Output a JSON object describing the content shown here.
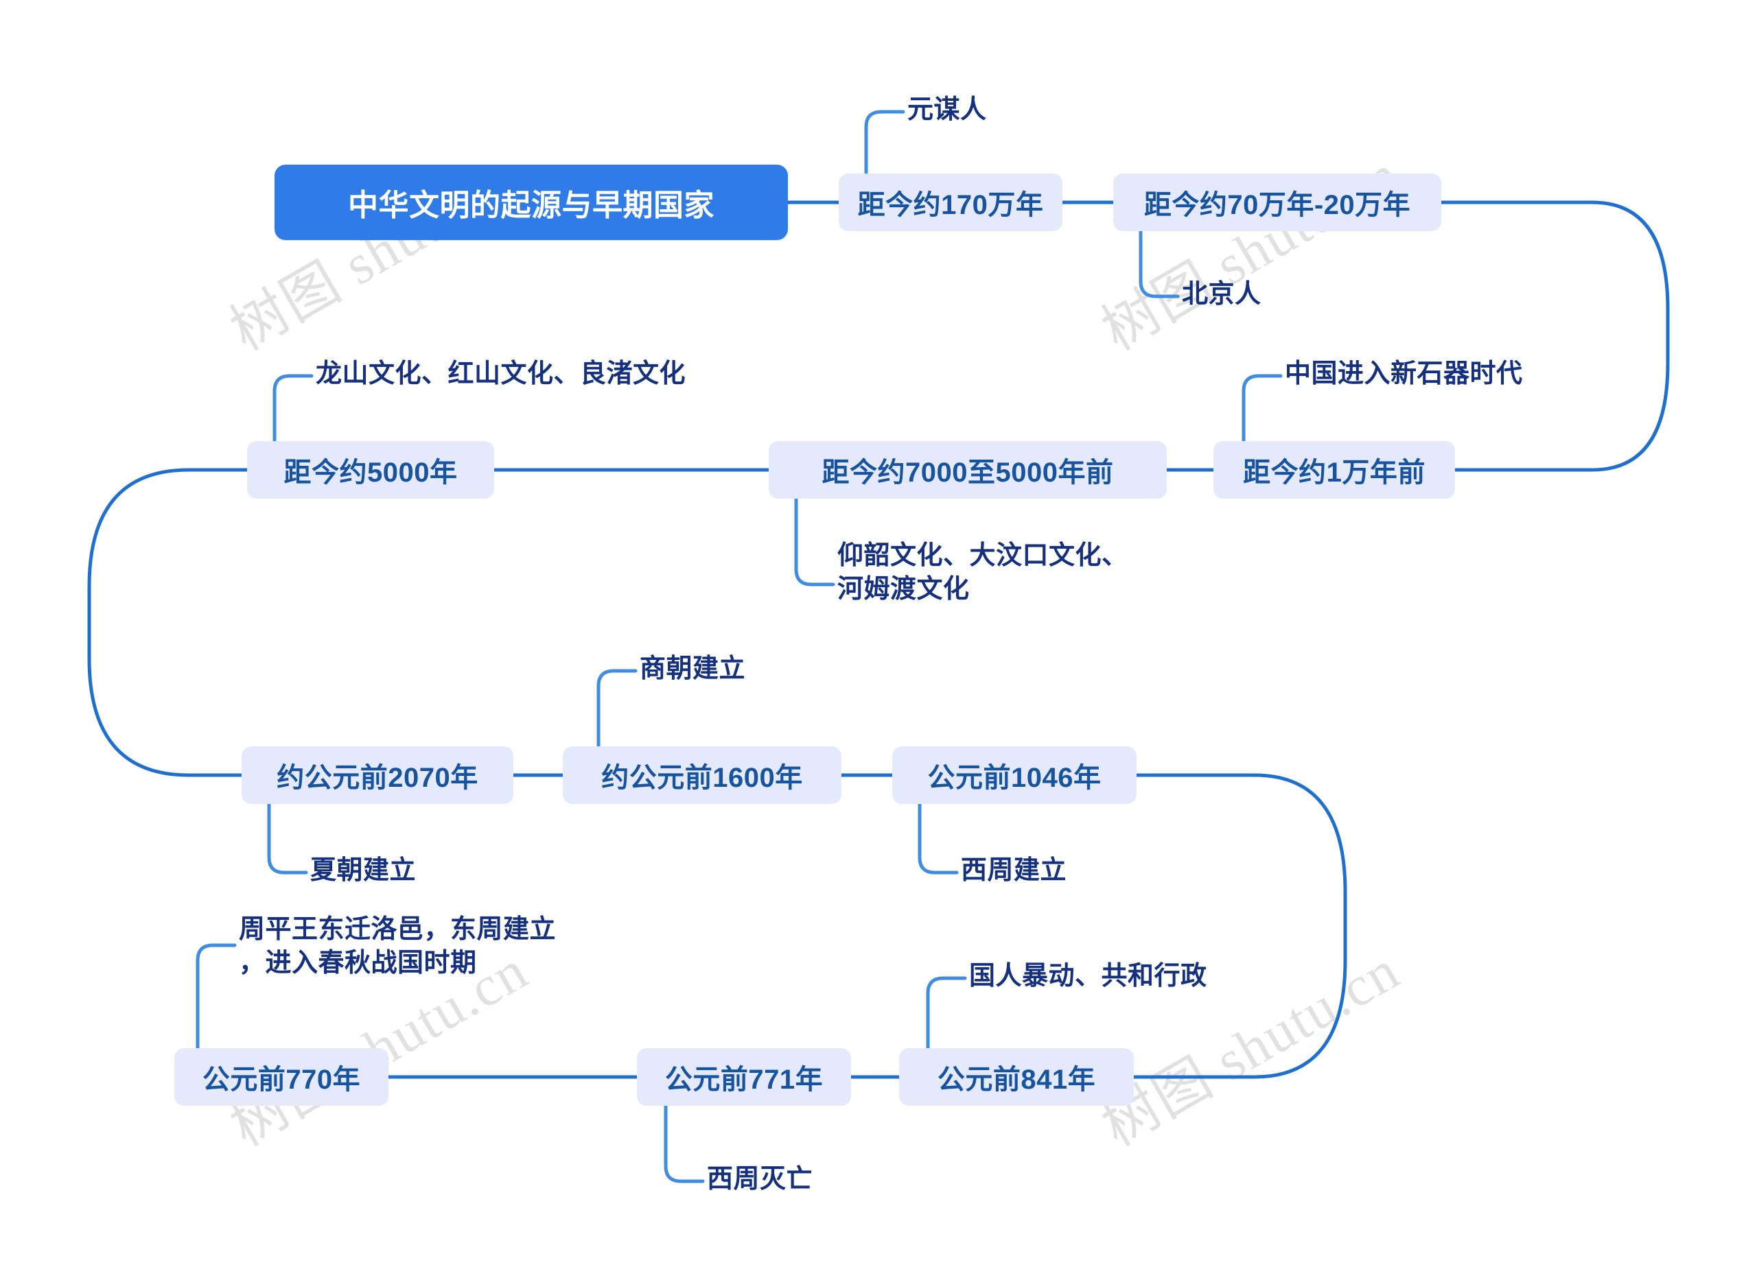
{
  "diagram": {
    "title": "中华文明的起源与早期国家",
    "theme": {
      "root_bg": "#2f7ce9",
      "root_text": "#ffffff",
      "node_bg": "#e4eafb",
      "node_text": "#17539f",
      "leaf_text": "#14307e",
      "link_color": "#1f6fd0",
      "link_color_light": "#3f8ce0",
      "background": "#ffffff"
    },
    "watermark": "树图 shutu.cn",
    "nodes": {
      "root": "中华文明的起源与早期国家",
      "n170": "距今约170万年",
      "n70_20": "距今约70万年-20万年",
      "n1wan": "距今约1万年前",
      "n7000_5000": "距今约7000至5000年前",
      "n5000": "距今约5000年",
      "bc2070": "约公元前2070年",
      "bc1600": "约公元前1600年",
      "bc1046": "公元前1046年",
      "bc841": "公元前841年",
      "bc771": "公元前771年",
      "bc770": "公元前770年"
    },
    "leaves": {
      "yuanmou": "元谋人",
      "beijing": "北京人",
      "neolithic": "中国进入新石器时代",
      "cultures_7000": "仰韶文化、大汶口文化、\n河姆渡文化",
      "cultures_5000": "龙山文化、红山文化、良渚文化",
      "xia": "夏朝建立",
      "shang": "商朝建立",
      "xizhou_found": "西周建立",
      "guoren": "国人暴动、共和行政",
      "xizhou_end": "西周灭亡",
      "dongzhou": "周平王东迁洛邑，东周建立\n，进入春秋战国时期"
    }
  }
}
